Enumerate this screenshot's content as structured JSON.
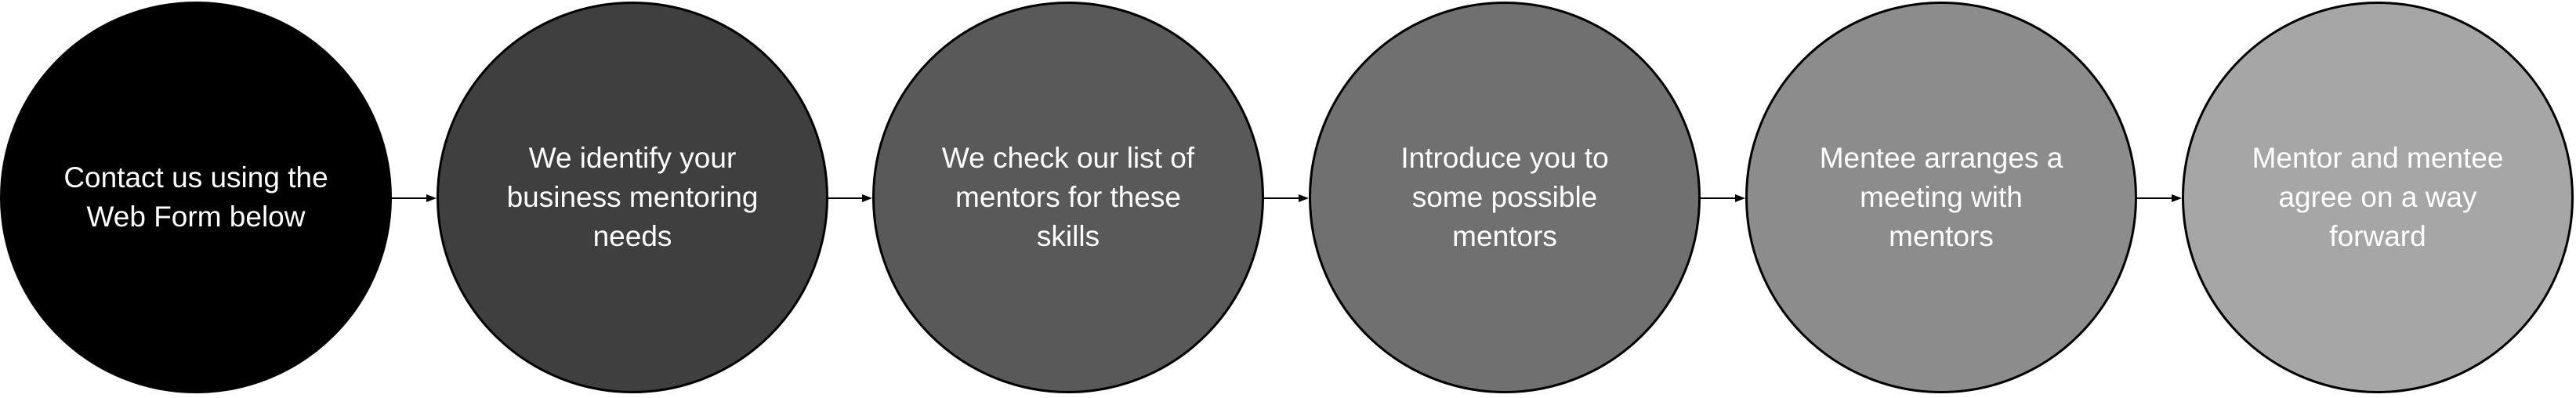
{
  "steps": [
    {
      "label": "Contact us using the Web Form below",
      "fill": "#000000"
    },
    {
      "label": "We identify your business mentoring needs",
      "fill": "#3f3f3f"
    },
    {
      "label": "We check our list of mentors for these skills",
      "fill": "#595959"
    },
    {
      "label": "Introduce you to some possible mentors",
      "fill": "#707070"
    },
    {
      "label": "Mentee arranges a meeting with mentors",
      "fill": "#8c8c8c"
    },
    {
      "label": "Mentor and mentee agree on a way forward",
      "fill": "#a6a6a6"
    }
  ],
  "colors": {
    "outline": "#000000",
    "text": "#ffffff",
    "arrow": "#000000"
  }
}
